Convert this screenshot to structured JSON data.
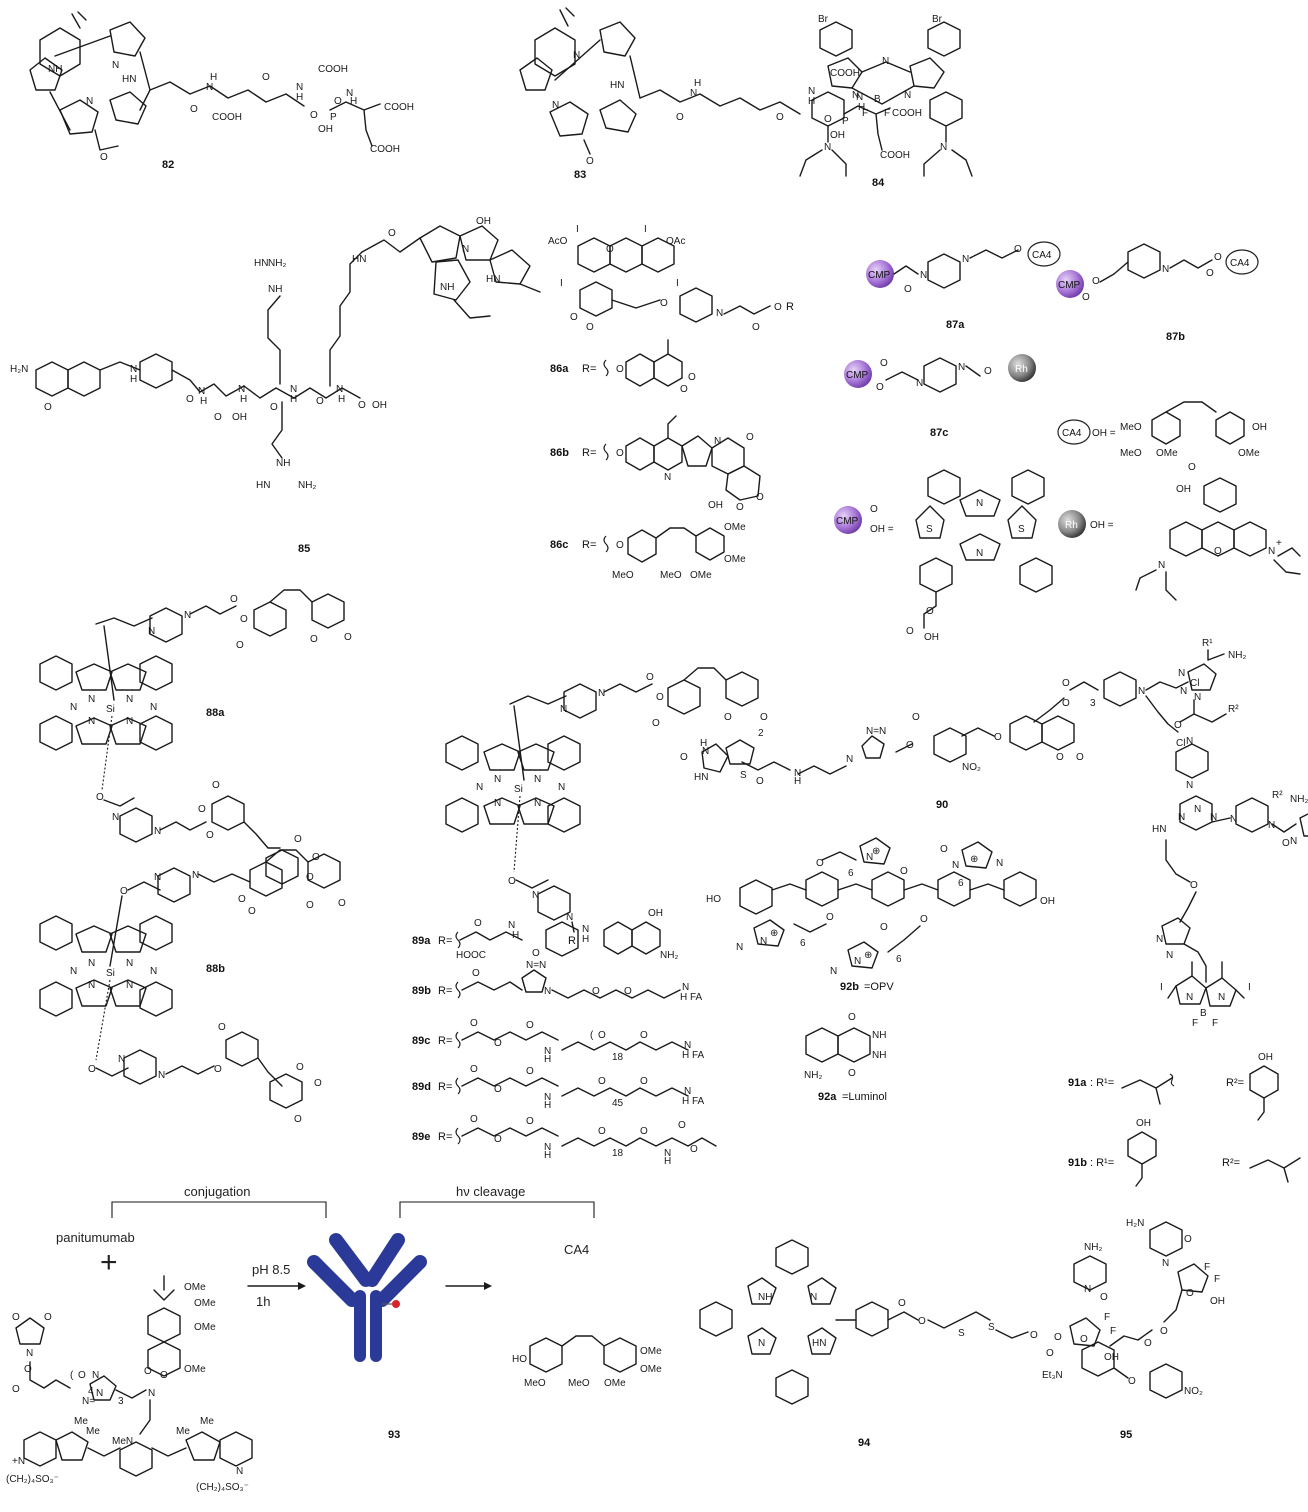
{
  "compounds": {
    "c82": "82",
    "c83": "83",
    "c84": "84",
    "c85": "85",
    "c86a": "86a",
    "c86b": "86b",
    "c86c": "86c",
    "c87a": "87a",
    "c87b": "87b",
    "c87c": "87c",
    "c88a": "88a",
    "c88b": "88b",
    "c89a": "89a",
    "c89b": "89b",
    "c89c": "89c",
    "c89d": "89d",
    "c89e": "89e",
    "c90": "90",
    "c91a": "91a",
    "c91b": "91b",
    "c92a": "92a",
    "c92b": "92b",
    "c93": "93",
    "c94": "94",
    "c95": "95"
  },
  "r_prefix": "R=",
  "badges": {
    "cmp": "CMP",
    "ca4": "CA4",
    "rh": "Rh"
  },
  "text": {
    "luminol": "=Luminol",
    "opv": "=OPV",
    "conjugation": "conjugation",
    "cleavage": "hν cleavage",
    "panitumumab": "panitumumab",
    "plus": "+",
    "ph": "pH 8.5",
    "time": "1h",
    "ca4_label": "CA4",
    "r1_eq": ": R¹=",
    "r2_eq": "R²=",
    "fa": "FA",
    "oh_eq": "OH  =",
    "c_oh_eq": "OH  ="
  },
  "colors": {
    "cmp_badge": "#8e56c4",
    "rh_badge": "#555555",
    "antibody": "#2b3a99",
    "antibody_dot": "#d8252a"
  }
}
